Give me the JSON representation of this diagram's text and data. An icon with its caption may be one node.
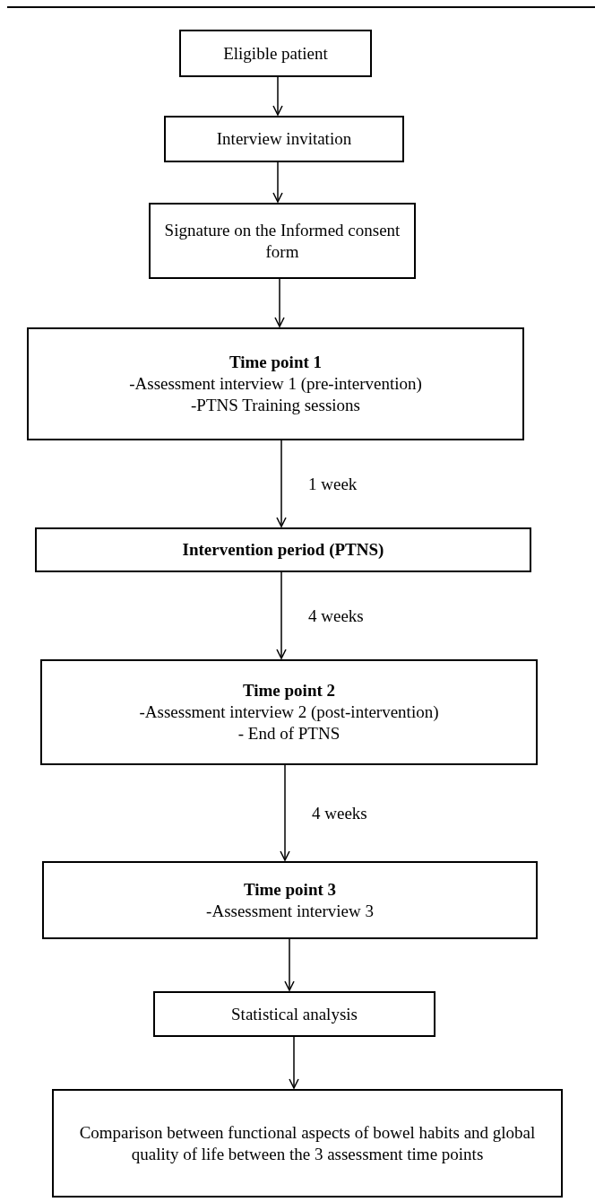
{
  "diagram": {
    "nodes": [
      {
        "text": [
          "Eligible patient"
        ]
      },
      {
        "text": [
          "Interview invitation"
        ]
      },
      {
        "text": [
          "Signature on the Informed consent form"
        ]
      },
      {
        "text": [
          "Time point 1",
          "-Assessment interview 1 (pre-intervention)",
          "-PTNS Training sessions"
        ]
      },
      {
        "text": [
          "Intervention period (PTNS)"
        ]
      },
      {
        "text": [
          "Time point 2",
          "-Assessment interview 2 (post-intervention)",
          "- End of PTNS"
        ]
      },
      {
        "text": [
          "Time point 3",
          "-Assessment interview 3"
        ]
      },
      {
        "text": [
          "Statistical analysis"
        ]
      },
      {
        "text": [
          "Comparison between functional aspects of bowel habits and global quality of life between the 3 assessment time points"
        ]
      }
    ],
    "edges": [
      {
        "from": 0,
        "to": 1,
        "arrow": "to"
      },
      {
        "from": 1,
        "to": 2,
        "arrow": "to"
      },
      {
        "from": 2,
        "to": 3,
        "arrow": "to"
      },
      {
        "from": 3,
        "to": 4,
        "arrow": "to",
        "label": "1 week"
      },
      {
        "from": 4,
        "to": 5,
        "arrow": "to",
        "label": "4 weeks"
      },
      {
        "from": 5,
        "to": 6,
        "arrow": "to",
        "label": "4 weeks"
      },
      {
        "from": 6,
        "to": 7,
        "arrow": "to"
      },
      {
        "from": 7,
        "to": 8,
        "arrow": "to"
      }
    ]
  }
}
